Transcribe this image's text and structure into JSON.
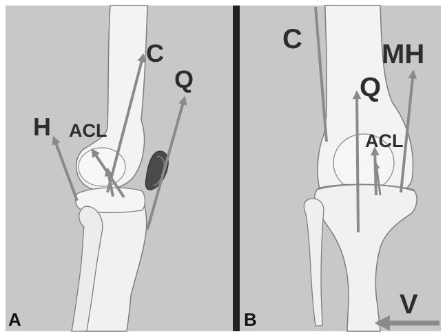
{
  "panels": [
    {
      "label": "A",
      "force_labels": {
        "C": "C",
        "Q": "Q",
        "H": "H",
        "ACL": "ACL"
      }
    },
    {
      "label": "B",
      "force_labels": {
        "C": "C",
        "MH": "MH",
        "Q": "Q",
        "ACL": "ACL",
        "V": "V"
      }
    }
  ],
  "colors": {
    "panel_background": "#c8c8c8",
    "separator": "#222222",
    "bone_fill": "#f3f3f3",
    "bone_outline": "#7d7d7d",
    "arrow": "#8a8a8a",
    "label": "#2d2d2d",
    "patella_a": "#4a4a4a"
  }
}
